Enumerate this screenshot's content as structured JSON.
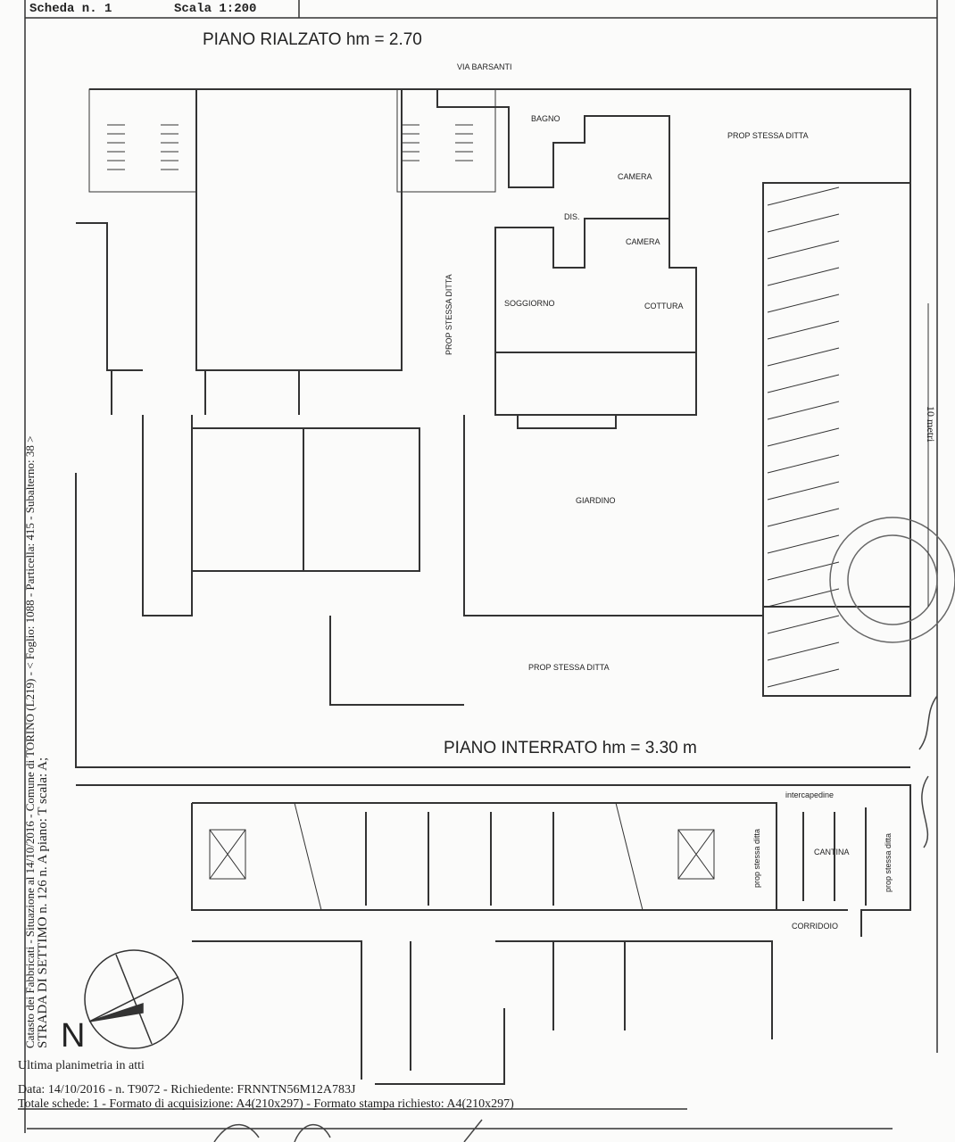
{
  "header": {
    "scheda": "Scheda n. 1",
    "scala": "Scala 1:200"
  },
  "plan": {
    "upper_title": "PIANO RIALZATO hm = 2.70",
    "lower_title": "PIANO INTERRATO hm = 3.30 m",
    "rooms": {
      "street": "VIA BARSANTI",
      "bagno": "BAGNO",
      "camera1": "CAMERA",
      "camera2": "CAMERA",
      "dis": "DIS.",
      "soggiorno": "SOGGIORNO",
      "cottura": "COTTURA",
      "prop_top": "PROP STESSA DITTA",
      "prop_vertical": "PROP STESSA DITTA",
      "giardino": "GIARDINO",
      "prop_bottom": "PROP STESSA DITTA",
      "intercapedine": "intercapedine",
      "prop_cellar1": "prop stessa ditta",
      "cantina": "CANTINA",
      "prop_cellar2": "prop stessa ditta",
      "corridoio": "CORRIDOIO"
    },
    "scale_bar": "10 metri",
    "north": "N"
  },
  "side": {
    "line1": "Catasto dei Fabbricati - Situazione al 14/10/2016 - Comune di TORINO (L219) - < Foglio: 1088 - Particella: 415 - Subalterno: 38 >",
    "line2": "STRADA DI SETTIMO n. 126 n. A piano: T scala: A;"
  },
  "footer": {
    "last": "Ultima planimetria in atti",
    "data": "Data: 14/10/2016 - n. T9072 - Richiedente: FRNNTN56M12A783J",
    "totale": "Totale schede: 1 - Formato di acquisizione: A4(210x297)  - Formato stampa richiesto: A4(210x297)"
  }
}
